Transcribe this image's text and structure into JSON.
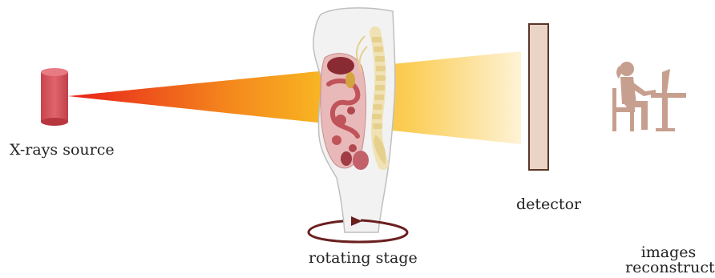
{
  "labels": {
    "xray_source": "X-rays source",
    "rotating_stage": "rotating stage",
    "detector": "detector",
    "images_line1": "images",
    "images_line2": "reconstruction"
  },
  "colors": {
    "source_cylinder": "#d9545e",
    "beam_start": "#e8201a",
    "beam_mid": "#f7a61a",
    "beam_end": "#fde9b0",
    "detector_fill": "#e9d4c6",
    "detector_border": "#5a3527",
    "stage_arrow": "#6b1f1f",
    "person_icon": "#c79f8f",
    "body_outline": "#bfbfbf",
    "spine": "#efe2b8",
    "organs": "#c0545b"
  },
  "icons": {
    "source": "x-ray-tube-cylinder",
    "stage": "rotation-arrow",
    "operator": "person-at-computer-icon"
  }
}
